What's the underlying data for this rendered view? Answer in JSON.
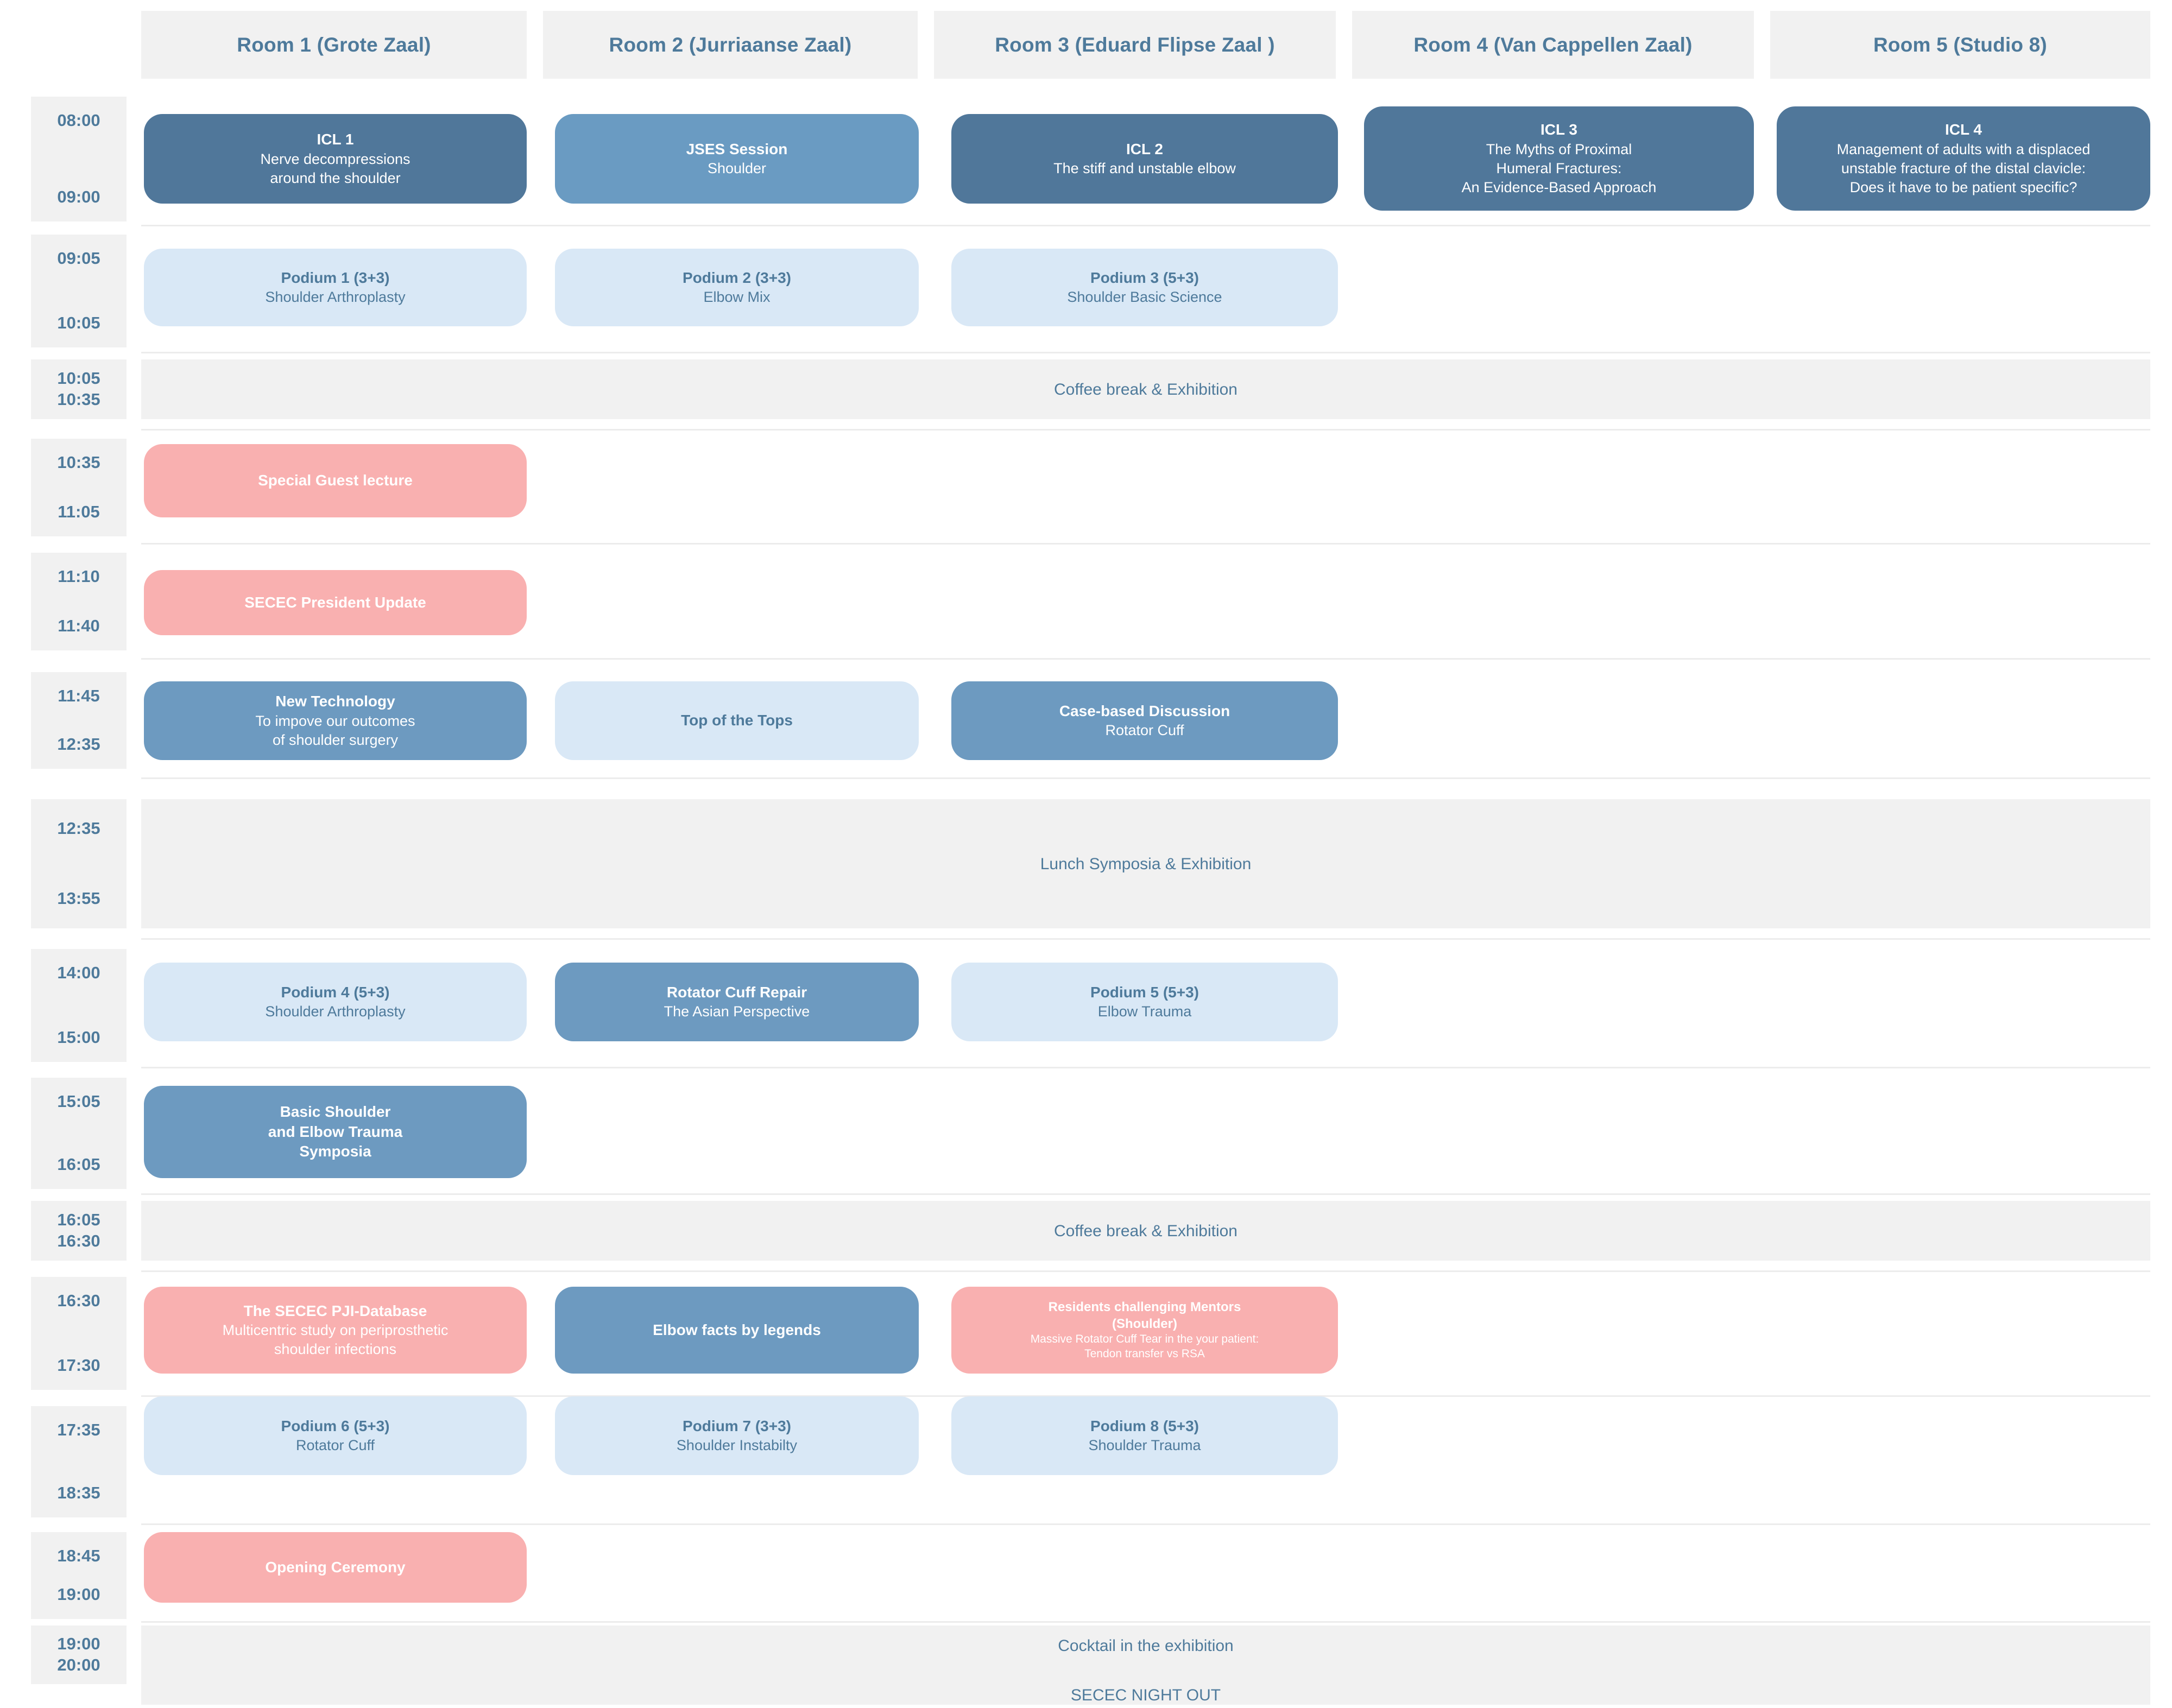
{
  "header": {
    "rooms": [
      {
        "label": "Room 1 (Grote Zaal)"
      },
      {
        "label": "Room 2 (Jurriaanse Zaal)"
      },
      {
        "label": "Room 3 (Eduard Flipse Zaal )"
      },
      {
        "label": "Room 4 (Van Cappellen Zaal)"
      },
      {
        "label": "Room 5 (Studio 8)"
      }
    ]
  },
  "colors": {
    "dark_blue": "#50779a",
    "mid_blue": "#6a9bc2",
    "light_blue": "#d9e8f6",
    "pink": "#f9b0b0",
    "band_grey": "#f1f1f1",
    "text_blue": "#4e7a9b"
  },
  "rows": [
    {
      "start": "08:00",
      "end": "09:00",
      "sessions": [
        {
          "title": "ICL 1",
          "subtitle": "Nerve decompressions\nwround the shoulder",
          "room": 1
        }
      ]
    },
    {
      "start": "09:05",
      "end": "10:05"
    },
    {
      "start": "10:05",
      "end": "10:35",
      "band": "Coffee break & Exhibition"
    },
    {
      "start": "10:35",
      "end": "11:05"
    },
    {
      "start": "11:10",
      "end": "11:40"
    },
    {
      "start": "11:45",
      "end": "12:35"
    },
    {
      "start": "12:35",
      "end": "13:55",
      "band": "Lunch Symposia & Exhibition"
    },
    {
      "start": "14:00",
      "end": "15:00"
    },
    {
      "start": "15:05",
      "end": "16:05"
    },
    {
      "start": "16:05",
      "end": "16:30",
      "band": "Coffee break & Exhibition"
    },
    {
      "start": "16:30",
      "end": "17:30"
    },
    {
      "start": "17:35",
      "end": "18:35"
    },
    {
      "start": "18:45",
      "end": "19:00"
    },
    {
      "start": "19:00",
      "end": "20:00",
      "band": "Cocktail in the exhibition",
      "band2": "SECEC NIGHT OUT"
    }
  ],
  "times": {
    "r1a": "08:00",
    "r1b": "09:00",
    "r2a": "09:05",
    "r2b": "10:05",
    "r3a": "10:05",
    "r3b": "10:35",
    "r4a": "10:35",
    "r4b": "11:05",
    "r5a": "11:10",
    "r5b": "11:40",
    "r6a": "11:45",
    "r6b": "12:35",
    "r7a": "12:35",
    "r7b": "13:55",
    "r8a": "14:00",
    "r8b": "15:00",
    "r9a": "15:05",
    "r9b": "16:05",
    "r10a": "16:05",
    "r10b": "16:30",
    "r11a": "16:30",
    "r11b": "17:30",
    "r12a": "17:35",
    "r12b": "18:35",
    "r13a": "18:45",
    "r13b": "19:00",
    "r14a": "19:00",
    "r14b": "20:00"
  },
  "bands": {
    "coffee1": "Coffee break & Exhibition",
    "lunch": "Lunch Symposia & Exhibition",
    "coffee2": "Coffee break & Exhibition",
    "cocktail": "Cocktail in the exhibition",
    "nightout": "SECEC NIGHT OUT"
  },
  "sessions": {
    "icl1": {
      "title": "ICL 1",
      "sub1": "Nerve decompressions",
      "sub2": "around the shoulder"
    },
    "jses": {
      "title": "JSES Session",
      "sub1": "Shoulder"
    },
    "icl2": {
      "title": "ICL 2",
      "sub1": "The stiff and unstable elbow"
    },
    "icl3": {
      "title": "ICL 3",
      "sub1": "The Myths of Proximal",
      "sub2": "Humeral Fractures:",
      "sub3": "An Evidence-Based Approach"
    },
    "icl4": {
      "title": "ICL 4",
      "sub1": "Management of adults with a displaced",
      "sub2": "unstable fracture of the distal clavicle:",
      "sub3": "Does it have to be patient specific?"
    },
    "podium1": {
      "title": "Podium 1 (3+3)",
      "sub1": "Shoulder Arthroplasty"
    },
    "podium2": {
      "title": "Podium 2 (3+3)",
      "sub1": "Elbow Mix"
    },
    "podium3": {
      "title": "Podium 3 (5+3)",
      "sub1": "Shoulder Basic Science"
    },
    "guest": {
      "title": "Special Guest lecture"
    },
    "president": {
      "title": "SECEC President Update"
    },
    "newtech": {
      "title": "New Technology",
      "sub1": "To impove our outcomes",
      "sub2": "of shoulder surgery"
    },
    "topoftops": {
      "title": "Top of the Tops"
    },
    "casebased": {
      "title": "Case-based Discussion",
      "sub1": "Rotator Cuff"
    },
    "podium4": {
      "title": "Podium 4 (5+3)",
      "sub1": "Shoulder Arthroplasty"
    },
    "rcrepair": {
      "title": "Rotator Cuff Repair",
      "sub1": "The Asian Perspective"
    },
    "podium5": {
      "title": "Podium 5 (5+3)",
      "sub1": "Elbow Trauma"
    },
    "basicsymp": {
      "title1": "Basic Shoulder",
      "title2": "and Elbow Trauma",
      "title3": "Symposia"
    },
    "pji": {
      "title": "The SECEC PJI-Database",
      "sub1": "Multicentric study on periprosthetic",
      "sub2": "shoulder infections"
    },
    "elbowfacts": {
      "title": "Elbow facts by legends"
    },
    "residents": {
      "title1": "Residents challenging Mentors",
      "title2": "(Shoulder)",
      "sub1": "Massive Rotator Cuff Tear in the your patient:",
      "sub2": "Tendon transfer vs RSA"
    },
    "podium6": {
      "title": "Podium 6 (5+3)",
      "sub1": "Rotator Cuff"
    },
    "podium7": {
      "title": "Podium 7 (3+3)",
      "sub1": "Shoulder Instabilty"
    },
    "podium8": {
      "title": "Podium 8 (5+3)",
      "sub1": "Shoulder Trauma"
    },
    "opening": {
      "title": "Opening Ceremony"
    }
  }
}
